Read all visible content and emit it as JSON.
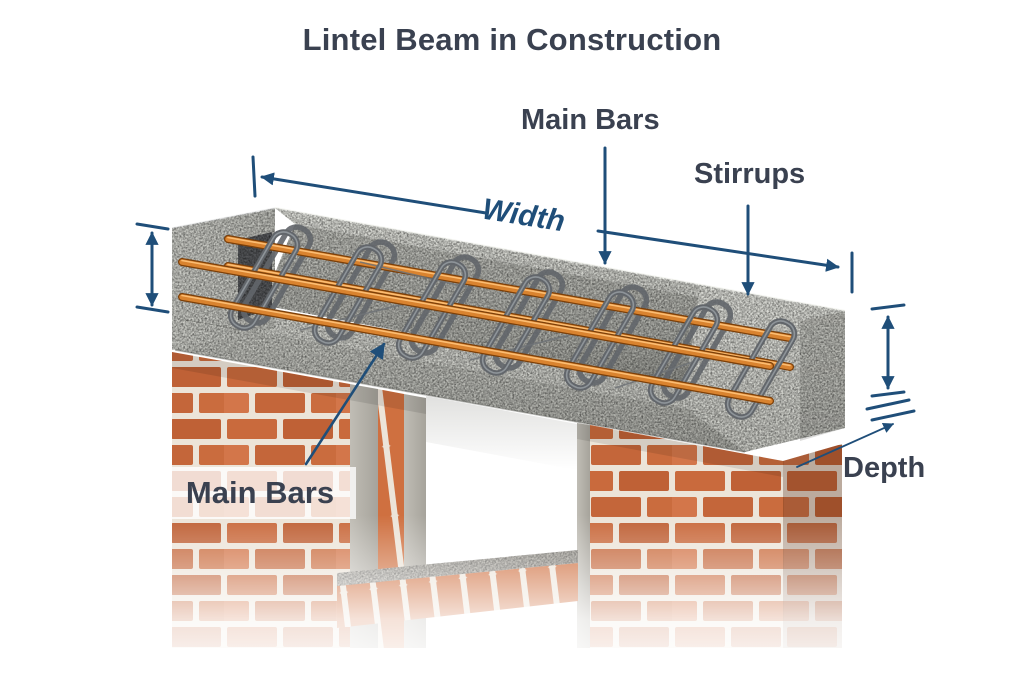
{
  "title": "Lintel Beam in Construction",
  "labels": {
    "main_bars_top": "Main Bars",
    "stirrups": "Stirrups",
    "width": "Width",
    "main_bars_bottom": "Main Bars",
    "depth": "Depth"
  },
  "colors": {
    "background": "#ffffff",
    "label-dark": "#3a4150",
    "dimension-blue": "#1f4e79",
    "concrete-light": "#d6d7d1",
    "concrete-mid": "#c2c3bd",
    "concrete-dark": "#9d9e98",
    "recess-dark": "#55575a",
    "brick-red": "#c96a3d",
    "mortar": "#ece4d8",
    "rebar-orange": "#d9832f",
    "stirrup-gray": "#62666b"
  }
}
